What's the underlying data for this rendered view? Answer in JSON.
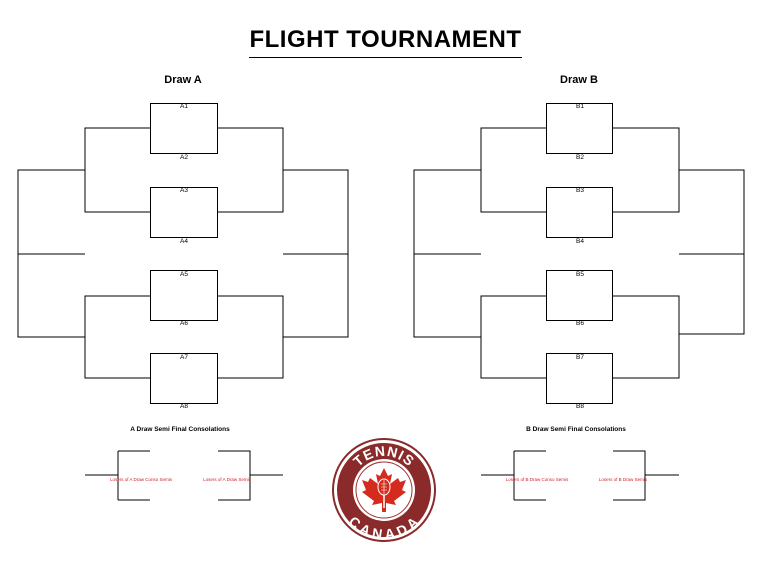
{
  "title": "FLIGHT TOURNAMENT",
  "draw_a": {
    "label": "Draw A",
    "slots": [
      "A1",
      "A2",
      "A3",
      "A4",
      "A5",
      "A6",
      "A7",
      "A8"
    ],
    "consolation_label": "A Draw Semi Final Consolations",
    "loser_left": "Losers of A Draw Conso Semis",
    "loser_right": "Losers of A Draw Semis"
  },
  "draw_b": {
    "label": "Draw B",
    "slots": [
      "B1",
      "B2",
      "B3",
      "B4",
      "B5",
      "B6",
      "B7",
      "B8"
    ],
    "consolation_label": "B Draw Semi Final Consolations",
    "loser_left": "Losers of B Draw Conso Semis",
    "loser_right": "Losers of B Draw Semis"
  },
  "logo": {
    "top_text": "TENNIS",
    "bottom_text": "CANADA",
    "colors": {
      "ring": "#8a2a2a",
      "inner": "#a3302f",
      "leaf": "#d52b1e",
      "text": "#ffffff"
    }
  }
}
